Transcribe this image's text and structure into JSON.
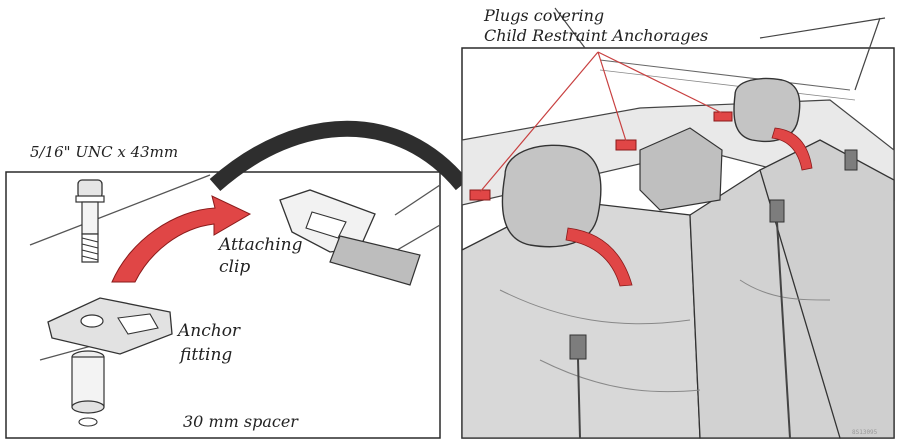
{
  "labels": {
    "bolt": "5/16\" UNC x 43mm",
    "attaching_clip_line1": "Attaching",
    "attaching_clip_line2": "clip",
    "anchor_fitting_line1": "Anchor",
    "anchor_fitting_line2": "fitting",
    "spacer": "30 mm spacer",
    "plugs_line1": "Plugs covering",
    "plugs_line2": "Child Restraint Anchorages",
    "figure_code": "8S13095"
  },
  "colors": {
    "accent_red": "#e04646",
    "line": "#2a2a2a",
    "seat_fill": "#d8d8d8",
    "headrest_fill": "#c4c4c4"
  }
}
